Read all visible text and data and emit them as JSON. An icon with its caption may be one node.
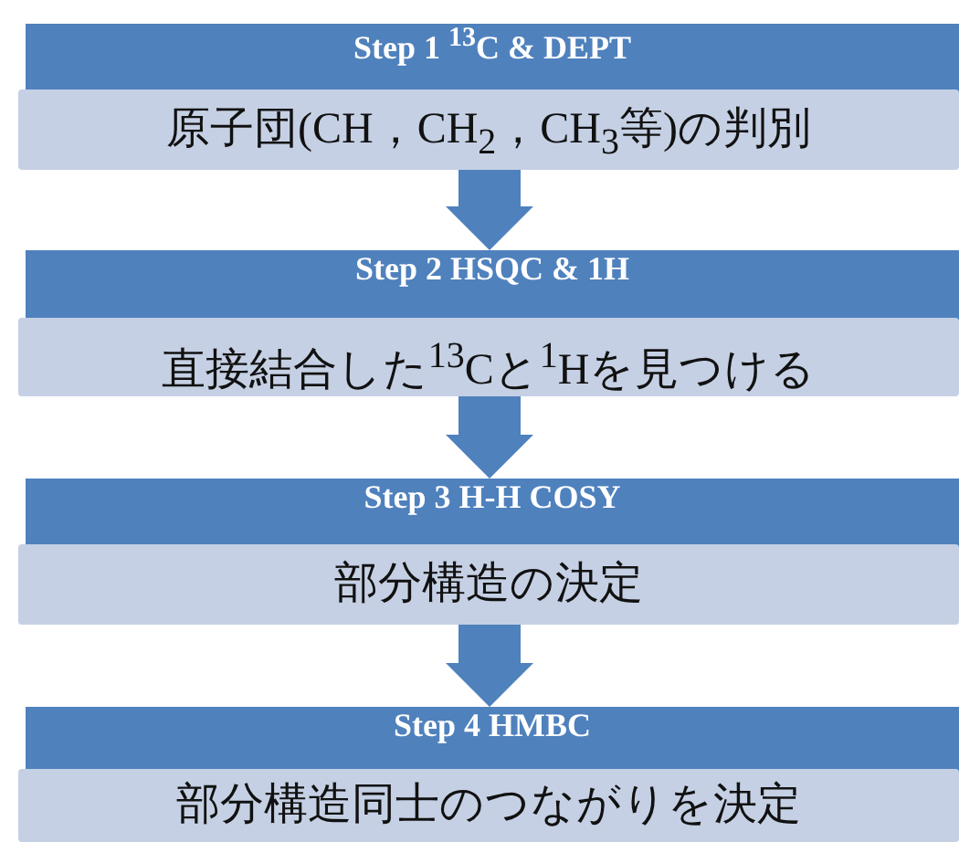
{
  "diagram": {
    "nodes": [
      {
        "text": [
          "Step 1  $^{13}$C & DEPT",
          "原子団(CH，CH$_{2}$，CH$_{3}$等)の判別"
        ]
      },
      {
        "text": [
          "Step 2  HSQC & 1H",
          "直接結合した$^{13}$Cと$^{1}$Hを見つける"
        ]
      },
      {
        "text": [
          "Step 3  H-H COSY",
          "部分構造の決定"
        ]
      },
      {
        "text": [
          "Step 4  HMBC",
          "部分構造同士のつながりを決定"
        ]
      }
    ],
    "edges": [
      {
        "from": 0,
        "to": 1,
        "arrow": "to"
      },
      {
        "from": 1,
        "to": 2,
        "arrow": "to"
      },
      {
        "from": 2,
        "to": 3,
        "arrow": "to"
      }
    ]
  }
}
